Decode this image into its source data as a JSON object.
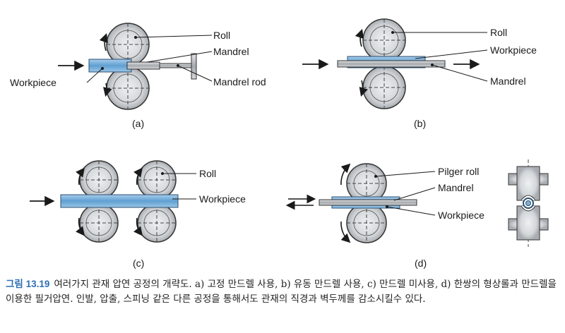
{
  "panels": {
    "a": {
      "sub": "(a)",
      "labels": {
        "roll": "Roll",
        "mandrel": "Mandrel",
        "workpiece": "Workpiece",
        "mandrel_rod": "Mandrel rod"
      }
    },
    "b": {
      "sub": "(b)",
      "labels": {
        "roll": "Roll",
        "workpiece": "Workpiece",
        "mandrel": "Mandrel"
      }
    },
    "c": {
      "sub": "(c)",
      "labels": {
        "roll": "Roll",
        "workpiece": "Workpiece"
      }
    },
    "d": {
      "sub": "(d)",
      "labels": {
        "pilger_roll": "Pilger roll",
        "mandrel": "Mandrel",
        "workpiece": "Workpiece"
      }
    }
  },
  "caption": {
    "figure_number": "그림 13.19",
    "text": "여러가지 관재 압연 공정의 개략도. a) 고정 만드렐 사용, b) 유동 만드렐 사용, c) 만드렐 미사용, d) 한쌍의 형상롤과 만드렐을 이용한 필거압연. 인발, 압출, 스피닝 같은 다른 공정을 통해서도 관재의 직경과 벽두께를 감소시킬수 있다."
  },
  "colors": {
    "roll_fill": "#c9ccd0",
    "roll_inner": "#e9eaec",
    "tube_blue": "#7fb2d9",
    "mandrel_gray": "#b9bcc0",
    "caption_accent": "#2f6fb3"
  }
}
